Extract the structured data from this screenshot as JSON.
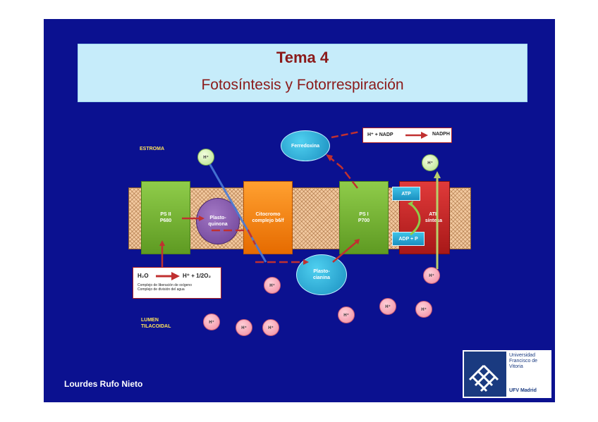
{
  "title": {
    "main": "Tema 4",
    "subtitle": "Fotosíntesis y Fotorrespiración"
  },
  "labels": {
    "stroma": "ESTROMA",
    "lumen_line1": "LUMEN",
    "lumen_line2": "TILACOIDAL"
  },
  "complexes": {
    "psii": {
      "line1": "PS II",
      "line2": "P680"
    },
    "plastoquinona": {
      "line1": "Plasto-",
      "line2": "quinona"
    },
    "citocromo": {
      "line1": "Citocromo",
      "line2": "complejo b6/f"
    },
    "psi": {
      "line1": "PS I",
      "line2": "P700"
    },
    "atp_sintasa": {
      "line1": "ATP",
      "line2": "síntesa"
    },
    "ferredoxina": "Ferredoxina",
    "plastocianina": {
      "line1": "Plasto-",
      "line2": "cianina"
    },
    "atp": "ATP",
    "adp": "ADP + P"
  },
  "nadp_reaction": {
    "reactant": "H⁺ + NADP",
    "product": "NADPH"
  },
  "water_reaction": {
    "reactant": "H₂O",
    "product": "H⁺ + 1/2O₂",
    "note1": "Complejo de liberación de oxígeno",
    "note2": "Complejo de división del agua"
  },
  "proton": "H⁺",
  "author": "Lourdes Rufo Nieto",
  "logo": {
    "line1": "Universidad",
    "line2": "Francisco de",
    "line3": "Vitoria",
    "ufv": "UFV Madrid"
  },
  "colors": {
    "background": "#0b1190",
    "title_box": "#c6ecfa",
    "title_text": "#8b1a1a",
    "label": "#ffe45a",
    "arrow": "#c03030"
  }
}
